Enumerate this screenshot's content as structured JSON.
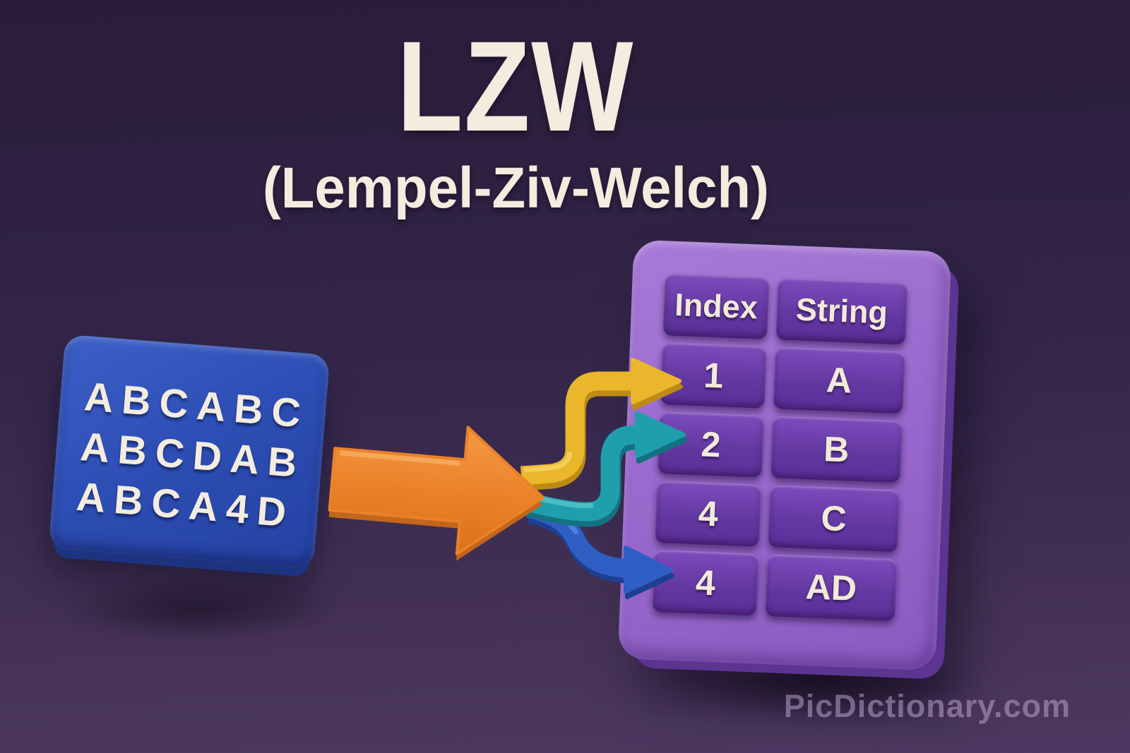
{
  "title": {
    "main": "LZW",
    "subtitle": "(Lempel-Ziv-Welch)"
  },
  "input_box": {
    "lines": [
      "ABCABC",
      "ABCDAB",
      "ABCA4D"
    ]
  },
  "dictionary_table": {
    "headers": {
      "index": "Index",
      "string": "String"
    },
    "rows": [
      {
        "index": "1",
        "string": "A"
      },
      {
        "index": "2",
        "string": "B"
      },
      {
        "index": "4",
        "string": "C"
      },
      {
        "index": "4",
        "string": "AD"
      }
    ]
  },
  "arrows": [
    {
      "name": "input-flow-arrow",
      "color": "#ea8128",
      "points_to": "dictionary"
    },
    {
      "name": "branch-arrow-row-1",
      "color": "#eab62c",
      "points_to": "row 1"
    },
    {
      "name": "branch-arrow-row-2",
      "color": "#1f9fab",
      "points_to": "row 2"
    },
    {
      "name": "branch-arrow-row-4",
      "color": "#2f5fc4",
      "points_to": "row 4"
    }
  ],
  "colors": {
    "background_top": "#2a1d3a",
    "background_bottom": "#4d3961",
    "input_box_blue": "#2d4eb4",
    "table_panel_purple": "#9a6ace",
    "table_cell_purple": "#6438a2",
    "text_cream": "#f3ecdf"
  },
  "watermark": "PicDictionary.com"
}
